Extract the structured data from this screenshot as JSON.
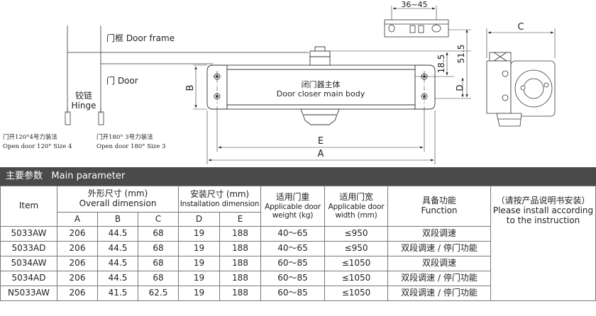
{
  "drawing": {
    "door_frame_label": "门框 Door frame",
    "door_label": "门 Door",
    "hinge_cn": "铰链",
    "hinge_en": "Hinge",
    "size4_cn": "门开120°4号力装法",
    "size4_en": "Open door 120° Size 4",
    "size3_cn": "门开180° 3号力装法",
    "size3_en": "Open door 180° Size 3",
    "body_cn": "闭门器主体",
    "body_en": "Door closer main body",
    "dim_36_45": "36~45",
    "dim_18_5": "18.5",
    "dim_51_5": "51.5",
    "dim_A": "A",
    "dim_B": "B",
    "dim_C": "C",
    "dim_D": "D",
    "dim_E": "E"
  },
  "banner": {
    "cn": "主要参数",
    "en": "Main parameter"
  },
  "table": {
    "item": "Item",
    "overall_cn": "外形尺寸 (mm)",
    "overall_en": "Overall dimension",
    "install_cn": "安装尺寸 (mm)",
    "install_en": "Installation dimension",
    "weight_cn": "适用门重",
    "weight_en1": "Applicable door",
    "weight_en2": "weight (kg)",
    "width_cn": "适用门宽",
    "width_en1": "Applicable door",
    "width_en2": "width (mm)",
    "function_cn": "具备功能",
    "function_en": "Function",
    "note_cn": "（请按产品说明书安装）",
    "note_en": "Please install according to the instruction",
    "sub_a": "A",
    "sub_b": "B",
    "sub_c": "C",
    "sub_d": "D",
    "sub_e": "E",
    "rows": [
      {
        "item": "5033AW",
        "a": "206",
        "b": "44.5",
        "c": "68",
        "d": "19",
        "e": "188",
        "weight": "40～65",
        "width": "≤950",
        "function": "双段调速"
      },
      {
        "item": "5033AD",
        "a": "206",
        "b": "44.5",
        "c": "68",
        "d": "19",
        "e": "188",
        "weight": "40～65",
        "width": "≤950",
        "function": "双段调速 / 停门功能"
      },
      {
        "item": "5034AW",
        "a": "206",
        "b": "44.5",
        "c": "68",
        "d": "19",
        "e": "188",
        "weight": "60～85",
        "width": "≤1050",
        "function": "双段调速"
      },
      {
        "item": "5034AD",
        "a": "206",
        "b": "44.5",
        "c": "68",
        "d": "19",
        "e": "188",
        "weight": "60～85",
        "width": "≤1050",
        "function": "双段调速 / 停门功能"
      },
      {
        "item": "N5033AW",
        "a": "206",
        "b": "41.5",
        "c": "62.5",
        "d": "19",
        "e": "188",
        "weight": "60～85",
        "width": "≤1050",
        "function": "双段调速 / 停门功能"
      }
    ]
  }
}
